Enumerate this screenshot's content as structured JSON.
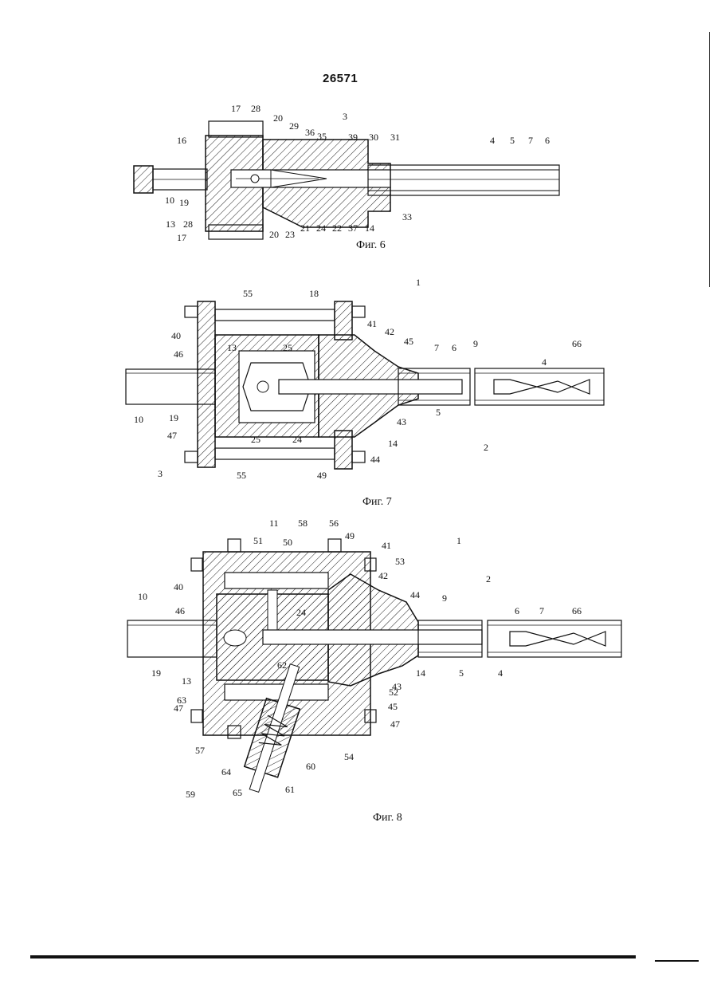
{
  "page": {
    "number": "26571"
  },
  "figures": [
    {
      "caption": "Фиг. 6",
      "labels": [
        "17",
        "28",
        "20",
        "29",
        "36",
        "35",
        "39",
        "30",
        "31",
        "3",
        "16",
        "4",
        "5",
        "7",
        "6",
        "10",
        "19",
        "13",
        "28",
        "17",
        "20",
        "23",
        "21",
        "24",
        "22",
        "37",
        "14",
        "33"
      ]
    },
    {
      "caption": "Фиг. 7",
      "labels": [
        "1",
        "55",
        "18",
        "41",
        "40",
        "13",
        "25",
        "42",
        "45",
        "7",
        "6",
        "9",
        "4",
        "66",
        "46",
        "10",
        "19",
        "47",
        "25",
        "24",
        "43",
        "5",
        "2",
        "14",
        "44",
        "3",
        "55",
        "49"
      ]
    },
    {
      "caption": "Фиг. 8",
      "labels": [
        "11",
        "58",
        "56",
        "49",
        "41",
        "1",
        "51",
        "50",
        "53",
        "40",
        "42",
        "44",
        "9",
        "2",
        "10",
        "46",
        "24",
        "6",
        "7",
        "66",
        "19",
        "13",
        "62",
        "14",
        "5",
        "4",
        "47",
        "63",
        "43",
        "45",
        "52",
        "47",
        "57",
        "54",
        "60",
        "64",
        "61",
        "65",
        "59"
      ]
    }
  ]
}
